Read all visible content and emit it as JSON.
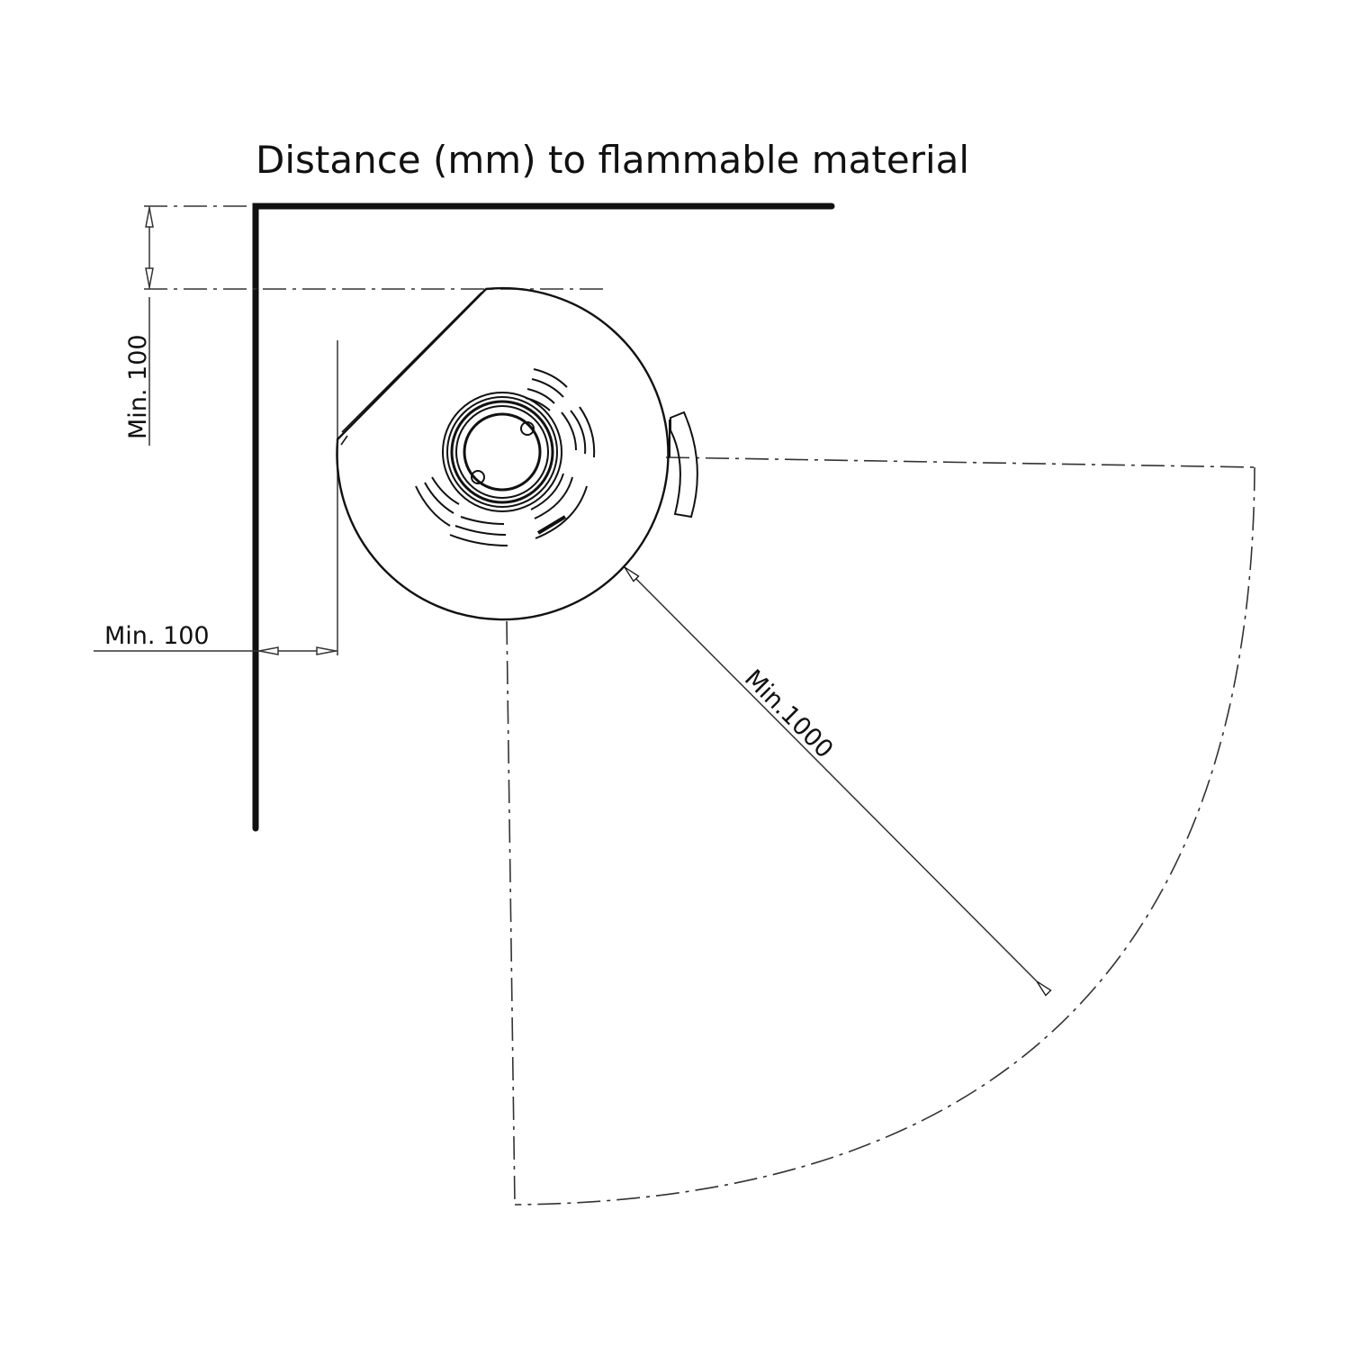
{
  "title": "Distance (mm) to flammable material",
  "dimensions": {
    "rear": {
      "label": "Min. 100"
    },
    "side": {
      "label": "Min. 100"
    },
    "front": {
      "label": "Min.1000"
    }
  },
  "colors": {
    "line": "#111111",
    "background": "#ffffff"
  }
}
